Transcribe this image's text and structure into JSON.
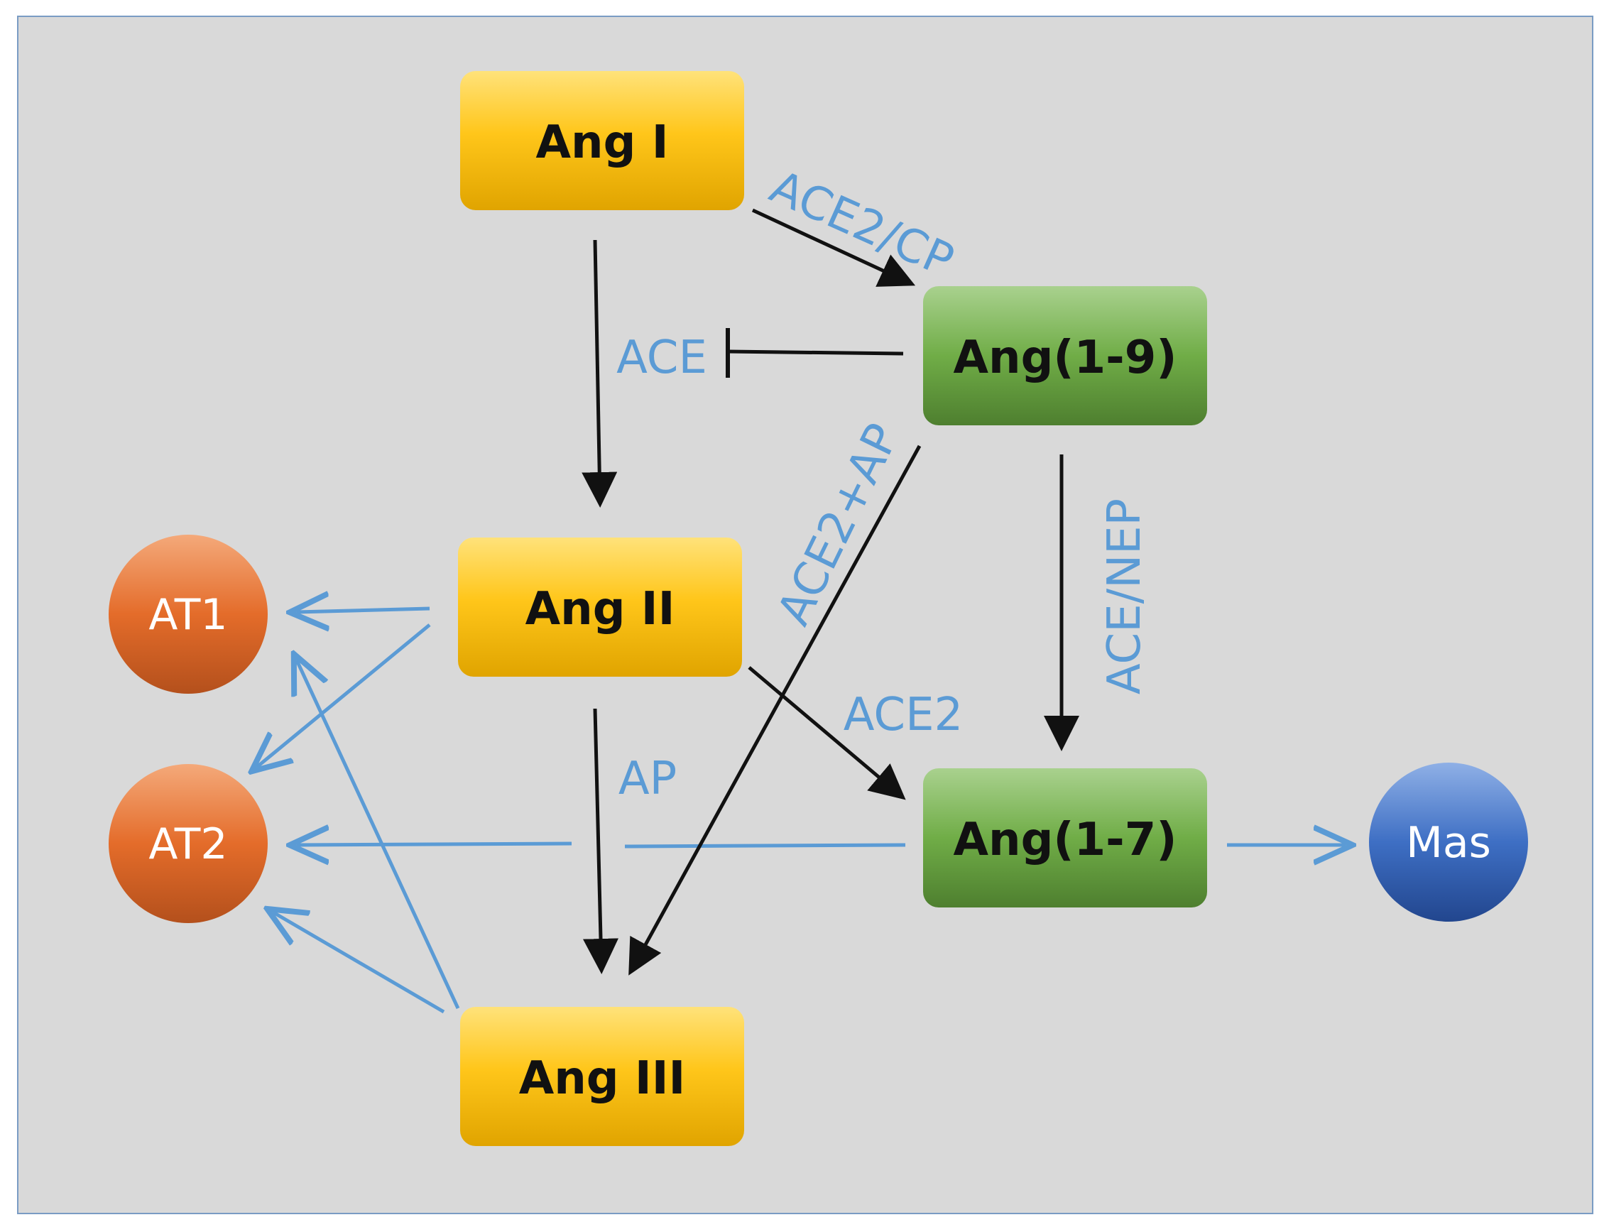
{
  "nodes": {
    "ang1": "Ang I",
    "ang2": "Ang II",
    "ang3": "Ang III",
    "ang19": "Ang(1-9)",
    "ang17": "Ang(1-7)",
    "at1": "AT1",
    "at2": "AT2",
    "mas": "Mas"
  },
  "enzymes": {
    "ace2_cp": "ACE2/CP",
    "ace": "ACE",
    "ace2_ap": "ACE2+AP",
    "ace_nep": "ACE/NEP",
    "ace2": "ACE2",
    "ap": "AP"
  },
  "colors": {
    "background": "#d9d9d9",
    "border": "#7a9cc4",
    "angiotensin_box": "#ffc000",
    "metabolite_box": "#70ad47",
    "receptor_at": "#e46c2a",
    "receptor_mas": "#2f5ba8",
    "enzyme_text": "#5b9bd5",
    "arrow_black": "#111111",
    "arrow_blue": "#5b9bd5"
  }
}
